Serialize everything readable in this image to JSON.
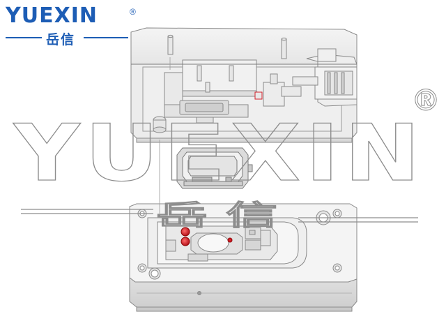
{
  "brand": {
    "name": "YUEXIN",
    "name_cn": "岳信",
    "registered_mark": "®",
    "color": "#1d5db5"
  },
  "watermark": {
    "text": "YUEXIN",
    "registered_mark": "®",
    "text_cn": "岳信"
  },
  "colors": {
    "line": "#8a8a8a",
    "plate": "#f2f2f2",
    "plate_side": "#d9d9d9",
    "accent_red": "#d3202a"
  }
}
